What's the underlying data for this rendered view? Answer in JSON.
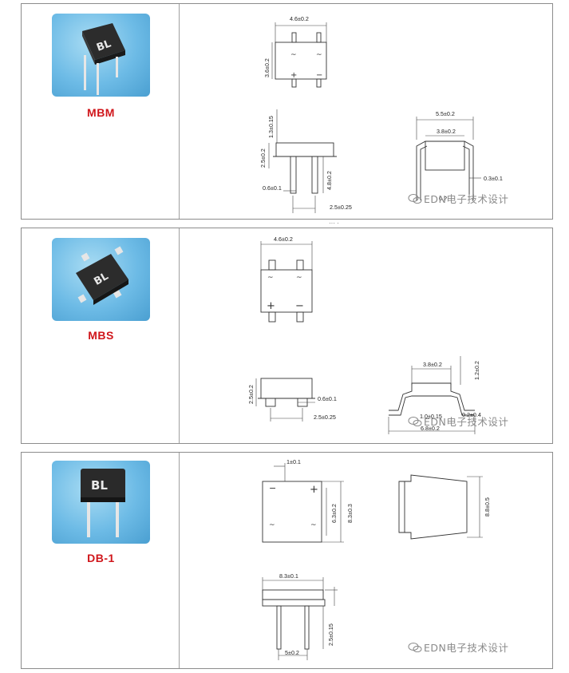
{
  "packages": [
    {
      "name": "MBM",
      "chip_label": "BL",
      "dims": {
        "top_width": "4.6±0.2",
        "top_height": "3.6±0.2",
        "body_height": "1.3±0.15",
        "side_height": "2.5±0.2",
        "lead_length": "4.8±0.2",
        "lead_width": "0.6±0.1",
        "lead_pitch": "2.5±0.25",
        "end_width": "5.5±0.2",
        "end_body": "3.8±0.2",
        "end_lead": "0.3±0.1",
        "end_bottom": "0.?"
      },
      "marks": {
        "plus": "+",
        "minus": "−",
        "ac": "~"
      }
    },
    {
      "name": "MBS",
      "chip_label": "BL",
      "dims": {
        "top_width": "4.6±0.2",
        "side_height": "2.5±0.2",
        "lead_width": "0.6±0.1",
        "lead_pitch": "2.5±0.25",
        "end_body": "3.8±0.2",
        "end_height": "1.2±0.2",
        "foot_length": "1.0±0.15",
        "end_lead": "0.2±0.4",
        "end_width": "6.8±0.2"
      },
      "marks": {
        "plus": "+",
        "minus": "−",
        "ac": "~"
      }
    },
    {
      "name": "DB-1",
      "chip_label": "BL",
      "dims": {
        "pin_offset": "1±0.1",
        "inner_height": "6.3±0.2",
        "outer_height": "8.3±0.3",
        "side_height": "8.8±0.5",
        "front_width": "8.3±0.1",
        "lead_length": "2.5±0.15",
        "lead_pitch": "5±0.2"
      },
      "marks": {
        "plus": "+",
        "minus": "−",
        "ac": "~"
      }
    }
  ],
  "watermark": "EDN电子技术设计",
  "partial_text": "··· ·"
}
